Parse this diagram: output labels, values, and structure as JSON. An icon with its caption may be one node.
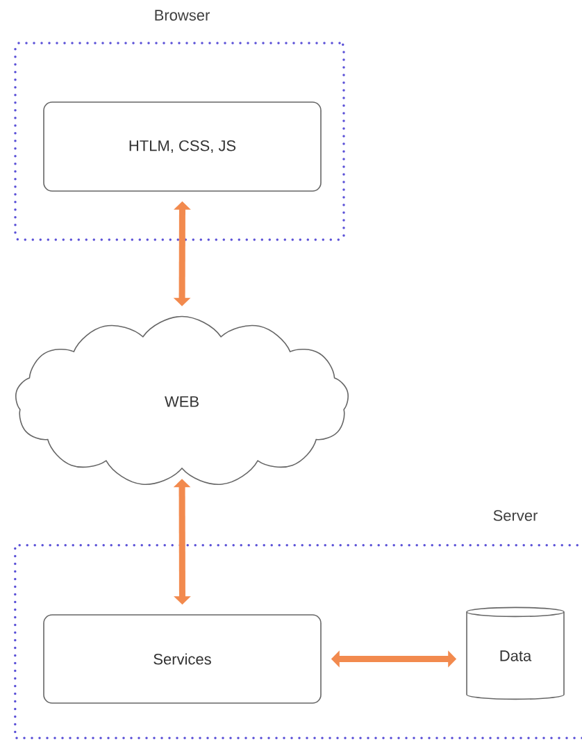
{
  "diagram": {
    "nodes": [
      {
        "text": [
          "Browser"
        ]
      },
      {
        "text": [
          "HTLM, CSS, JS"
        ],
        "in": 0
      },
      {
        "text": [
          "WEB"
        ]
      },
      {
        "text": [
          "Server"
        ]
      },
      {
        "text": [
          "Services"
        ],
        "in": 3
      },
      {
        "text": [
          "Data"
        ],
        "in": 3
      }
    ],
    "edges": [
      {
        "from": 1,
        "to": 2,
        "arrow": "both"
      },
      {
        "from": 2,
        "to": 4,
        "arrow": "both"
      },
      {
        "from": 4,
        "to": 5,
        "arrow": "both"
      }
    ]
  }
}
